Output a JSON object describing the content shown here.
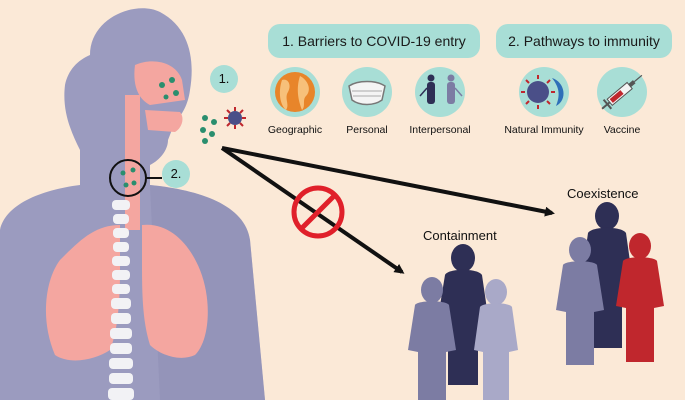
{
  "panels": {
    "barriers": {
      "title": "1. Barriers to COVID-19 entry",
      "items": [
        "Geographic",
        "Personal",
        "Interpersonal"
      ]
    },
    "immunity": {
      "title": "2. Pathways to immunity",
      "items": [
        "Natural Immunity",
        "Vaccine"
      ]
    }
  },
  "markers": {
    "one": "1.",
    "two": "2."
  },
  "outcomes": {
    "containment": "Containment",
    "coexistence": "Coexistence"
  },
  "colors": {
    "background": "#fbe9d7",
    "panel": "#a8ded6",
    "body": "#9b9bbf",
    "airway": "#f4a6a0",
    "prohibit": "#e0202a",
    "figure_dark": "#2e2f55",
    "figure_mid": "#7c7ca3",
    "figure_light": "#a9a9c8",
    "figure_red": "#c0272d"
  },
  "icons": [
    "globe-icon",
    "face-mask-icon",
    "people-distancing-icon",
    "virus-antibody-icon",
    "syringe-icon",
    "prohibited-icon",
    "virus-icon"
  ]
}
